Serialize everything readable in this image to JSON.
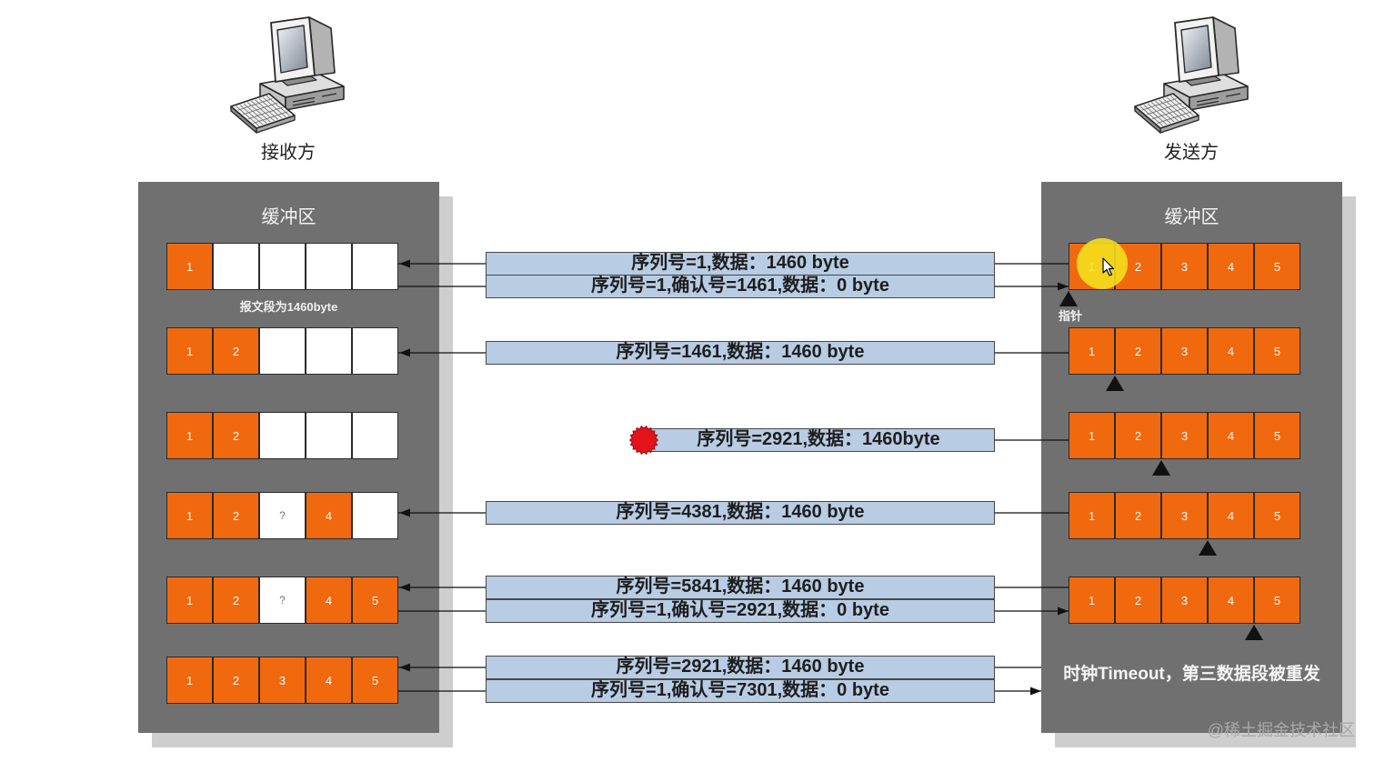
{
  "receiver": {
    "label": "接收方",
    "icon": "computer-icon",
    "buffer_title": "缓冲区",
    "segment_note": "报文段为1460byte",
    "rows": [
      {
        "cells": [
          {
            "label": "1",
            "received": true
          },
          {
            "label": "",
            "received": false
          },
          {
            "label": "",
            "received": false
          },
          {
            "label": "",
            "received": false
          },
          {
            "label": "",
            "received": false
          }
        ]
      },
      {
        "cells": [
          {
            "label": "1",
            "received": true
          },
          {
            "label": "2",
            "received": true
          },
          {
            "label": "",
            "received": false
          },
          {
            "label": "",
            "received": false
          },
          {
            "label": "",
            "received": false
          }
        ]
      },
      {
        "cells": [
          {
            "label": "1",
            "received": true
          },
          {
            "label": "2",
            "received": true
          },
          {
            "label": "",
            "received": false
          },
          {
            "label": "",
            "received": false
          },
          {
            "label": "",
            "received": false
          }
        ]
      },
      {
        "cells": [
          {
            "label": "1",
            "received": true
          },
          {
            "label": "2",
            "received": true
          },
          {
            "label": "?",
            "received": false
          },
          {
            "label": "4",
            "received": true
          },
          {
            "label": "",
            "received": false
          }
        ]
      },
      {
        "cells": [
          {
            "label": "1",
            "received": true
          },
          {
            "label": "2",
            "received": true
          },
          {
            "label": "?",
            "received": false
          },
          {
            "label": "4",
            "received": true
          },
          {
            "label": "5",
            "received": true
          }
        ]
      },
      {
        "cells": [
          {
            "label": "1",
            "received": true
          },
          {
            "label": "2",
            "received": true
          },
          {
            "label": "3",
            "received": true
          },
          {
            "label": "4",
            "received": true
          },
          {
            "label": "5",
            "received": true
          }
        ]
      }
    ]
  },
  "sender": {
    "label": "发送方",
    "icon": "computer-icon",
    "buffer_title": "缓冲区",
    "pointer_label": "指针",
    "rows": [
      {
        "cells": [
          "1",
          "2",
          "3",
          "4",
          "5"
        ],
        "pointer_at_segment": 1
      },
      {
        "cells": [
          "1",
          "2",
          "3",
          "4",
          "5"
        ],
        "pointer_at_segment": 2
      },
      {
        "cells": [
          "1",
          "2",
          "3",
          "4",
          "5"
        ],
        "pointer_at_segment": 3
      },
      {
        "cells": [
          "1",
          "2",
          "3",
          "4",
          "5"
        ],
        "pointer_at_segment": 4
      },
      {
        "cells": [
          "1",
          "2",
          "3",
          "4",
          "5"
        ],
        "pointer_at_segment": 5
      }
    ],
    "timeout_note": "时钟Timeout，第三数据段被重发"
  },
  "messages": [
    {
      "text": "序列号=1,数据：1460 byte",
      "direction": "to_receiver"
    },
    {
      "text": "序列号=1,确认号=1461,数据：0 byte",
      "direction": "to_sender"
    },
    {
      "text": "序列号=1461,数据：1460 byte",
      "direction": "to_receiver"
    },
    {
      "text": "序列号=2921,数据：1460byte",
      "direction": "to_receiver",
      "lost": true
    },
    {
      "text": "序列号=4381,数据：1460 byte",
      "direction": "to_receiver"
    },
    {
      "text": "序列号=5841,数据：1460 byte",
      "direction": "to_receiver"
    },
    {
      "text": "序列号=1,确认号=2921,数据：0 byte",
      "direction": "to_sender"
    },
    {
      "text": "序列号=2921,数据：1460 byte",
      "direction": "to_receiver"
    },
    {
      "text": "序列号=1,确认号=7301,数据：0 byte",
      "direction": "to_sender"
    }
  ],
  "colors": {
    "received_segment": "#f0690f",
    "empty_slot": "#ffffff",
    "buffer_panel": "#707070",
    "message_bar": "#b8cce4",
    "packet_loss": "#e3121b",
    "cursor_highlight": "#f5e11e"
  },
  "watermark": "@稀土掘金技术社区"
}
